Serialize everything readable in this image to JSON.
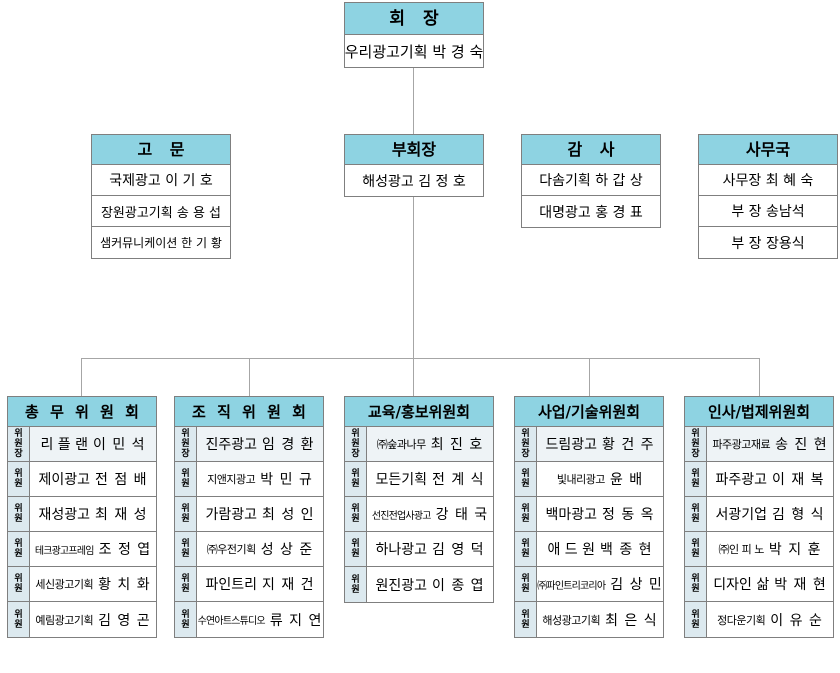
{
  "chart_data": {
    "type": "diagram",
    "title": "조직도",
    "accent_header_color": "#8ed3e2",
    "chair_row_color": "#eef3f6",
    "role_cell_color": "#dce9ef",
    "border_color": "#7f7f7f",
    "line_color": "#a6a6a6"
  },
  "president": {
    "title": "회 장",
    "members": [
      {
        "org": "우리광고기획",
        "person": "박 경 숙"
      }
    ]
  },
  "advisor": {
    "title": "고  문",
    "members": [
      {
        "org": "국제광고",
        "person": "이 기 호"
      },
      {
        "org": "장원광고기획",
        "person": "송 용 섭"
      },
      {
        "org": "샘커뮤니케이션",
        "person": "한 기 황"
      }
    ]
  },
  "vice_president": {
    "title": "부회장",
    "members": [
      {
        "org": "해성광고",
        "person": "김 정 호"
      }
    ]
  },
  "auditor": {
    "title": "감  사",
    "members": [
      {
        "org": "다솜기획",
        "person": "하 갑 상"
      },
      {
        "org": "대명광고",
        "person": "홍 경 표"
      }
    ]
  },
  "secretariat": {
    "title": "사무국",
    "members": [
      {
        "org": "사무장",
        "person": "최 혜 숙"
      },
      {
        "org": "부  장",
        "person": "송남석"
      },
      {
        "org": "부  장",
        "person": "장용식"
      }
    ]
  },
  "committees": [
    {
      "title": "총 무 위 원 회",
      "rows": [
        {
          "role": "위원장",
          "org": "리 플 랜",
          "person": "이 민 석",
          "size": "normal"
        },
        {
          "role": "위원",
          "org": "제이광고",
          "person": "전 점 배",
          "size": "normal"
        },
        {
          "role": "위원",
          "org": "재성광고",
          "person": "최 재 성",
          "size": "normal"
        },
        {
          "role": "위원",
          "org": "테크광고프레임",
          "person": "조 정 엽",
          "size": "tiny"
        },
        {
          "role": "위원",
          "org": "세신광고기획",
          "person": "황 치 화",
          "size": "compact"
        },
        {
          "role": "위원",
          "org": "예림광고기획",
          "person": "김 영 곤",
          "size": "compact"
        }
      ]
    },
    {
      "title": "조 직 위 원 회",
      "rows": [
        {
          "role": "위원장",
          "org": "진주광고",
          "person": "임 경 환",
          "size": "normal"
        },
        {
          "role": "위원",
          "org": "지앤지광고",
          "person": "박 민 규",
          "size": "compact"
        },
        {
          "role": "위원",
          "org": "가람광고",
          "person": "최 성 인",
          "size": "normal"
        },
        {
          "role": "위원",
          "org": "㈜우전기획",
          "person": "성 상 준",
          "size": "compact"
        },
        {
          "role": "위원",
          "org": "파인트리",
          "person": "지 재 건",
          "size": "normal"
        },
        {
          "role": "위원",
          "org": "수연아트스튜디오",
          "person": "류 지 연",
          "size": "tiny"
        }
      ]
    },
    {
      "title": "교육/홍보위원회",
      "rows": [
        {
          "role": "위원장",
          "org": "㈜숲과나무",
          "person": "최 진 호",
          "size": "compact"
        },
        {
          "role": "위원",
          "org": "모든기획",
          "person": "전 계 식",
          "size": "normal"
        },
        {
          "role": "위원",
          "org": "선진전업사광고",
          "person": "강 태 국",
          "size": "tiny"
        },
        {
          "role": "위원",
          "org": "하나광고",
          "person": "김 영 덕",
          "size": "normal"
        },
        {
          "role": "위원",
          "org": "원진광고",
          "person": "이 종 엽",
          "size": "normal"
        }
      ]
    },
    {
      "title": "사업/기술위원회",
      "rows": [
        {
          "role": "위원장",
          "org": "드림광고",
          "person": "황 건 주",
          "size": "normal"
        },
        {
          "role": "위원",
          "org": "빛내리광고",
          "person": "윤   배",
          "size": "compact"
        },
        {
          "role": "위원",
          "org": "백마광고",
          "person": "정 동 옥",
          "size": "normal"
        },
        {
          "role": "위원",
          "org": "애 드 원",
          "person": "백 종 현",
          "size": "normal"
        },
        {
          "role": "위원",
          "org": "㈜파인트리코리아",
          "person": "김 상 민",
          "size": "tiny"
        },
        {
          "role": "위원",
          "org": "해성광고기획",
          "person": "최 은 식",
          "size": "compact"
        }
      ]
    },
    {
      "title": "인사/법제위원회",
      "rows": [
        {
          "role": "위원장",
          "org": "파주광고재료",
          "person": "송 진 현",
          "size": "compact"
        },
        {
          "role": "위원",
          "org": "파주광고",
          "person": "이 재 복",
          "size": "normal"
        },
        {
          "role": "위원",
          "org": "서광기업",
          "person": "김 형 식",
          "size": "normal"
        },
        {
          "role": "위원",
          "org": "㈜인 피 노",
          "person": "박 지 훈",
          "size": "compact"
        },
        {
          "role": "위원",
          "org": "디자인 삶",
          "person": "박 재 현",
          "size": "normal"
        },
        {
          "role": "위원",
          "org": "정다운기획",
          "person": "이 유 순",
          "size": "compact"
        }
      ]
    }
  ]
}
